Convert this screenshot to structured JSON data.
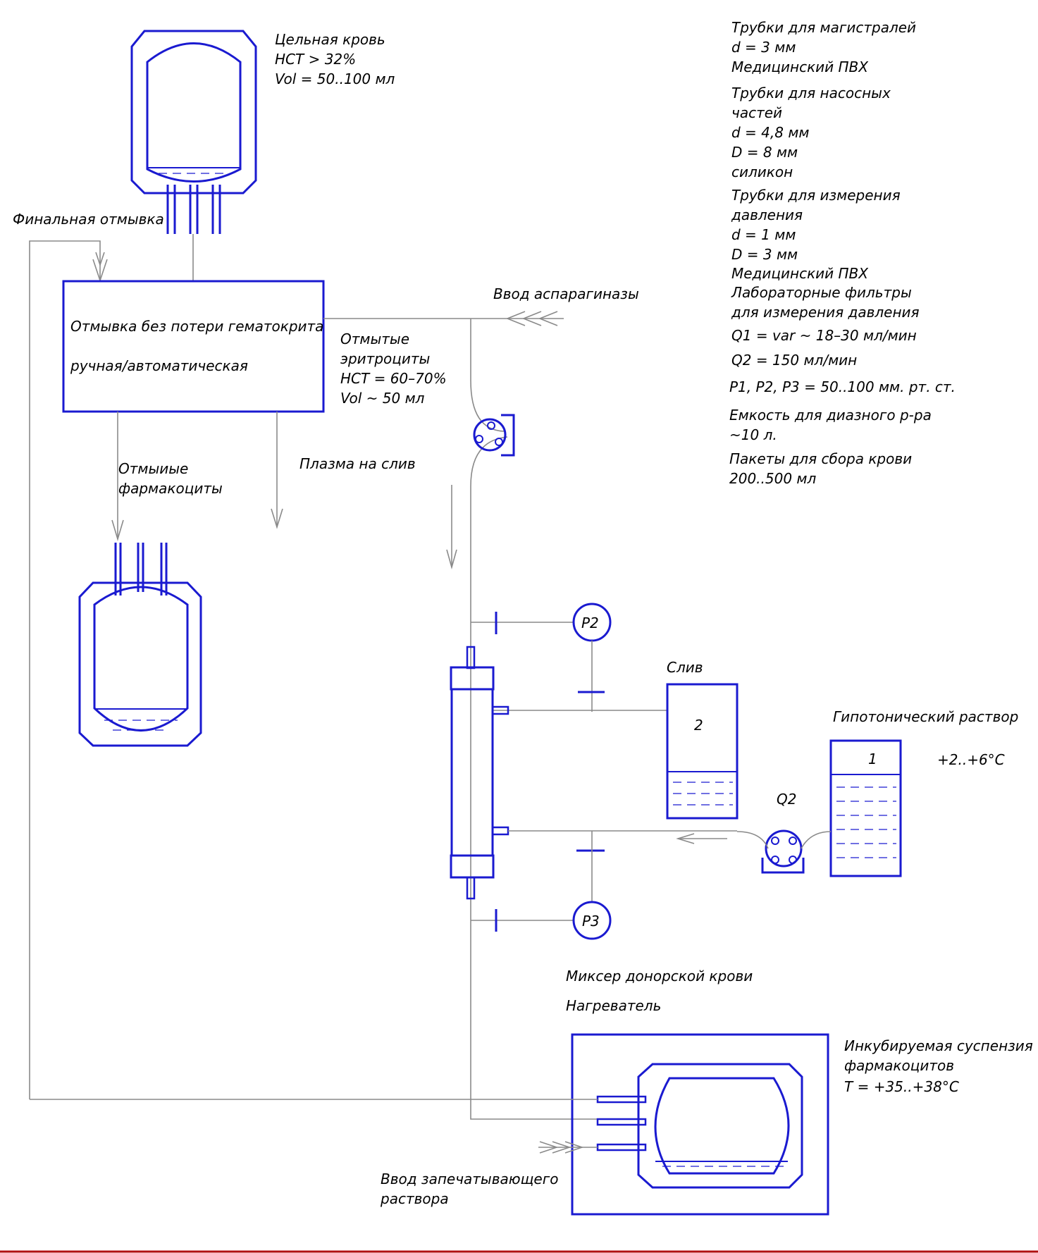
{
  "whole_blood": {
    "line1": "Цельная кровь",
    "line2": "HCT > 32%",
    "line3": "Vol = 50..100 мл"
  },
  "final_wash": "Финальная отмывка",
  "wash_box": {
    "line1": "Отмывка без потери гематокрита",
    "line2": "ручная/автоматическая"
  },
  "asparaginase_input": "Ввод аспарагиназы",
  "washed_rbc": {
    "line1": "Отмытые",
    "line2": "эритроциты",
    "line3": "HCT = 60–70%",
    "line4": "Vol ~ 50 мл"
  },
  "washed_pharmacocytes": {
    "line1": "Отмыиые",
    "line2": "фармакоциты"
  },
  "plasma_drain": "Плазма на слив",
  "specs": [
    "Трубки для магистралей",
    "d = 3 мм",
    "Медицинский ПВХ",
    "Трубки для насосных",
    "частей",
    "d = 4,8 мм",
    "D = 8 мм",
    "силикон",
    "Трубки для измерения",
    "давления",
    "d = 1 мм",
    "D = 3 мм",
    "Медицинский ПВХ",
    "Лабораторные фильтры",
    "для измерения давления",
    "Q1 = var ~ 18–30 мл/мин",
    "Q2 = 150 мл/мин",
    "P1, P2, P3 = 50..100 мм. рт. ст.",
    "Емкость для диазного р-ра",
    "~10 л.",
    "Пакеты для сбора крови",
    "200..500 мл"
  ],
  "gauge_p2": "P2",
  "gauge_p3": "P3",
  "drain": {
    "label": "Слив",
    "number": "2"
  },
  "hypotonic": {
    "label": "Гипотонический раствор",
    "number": "1",
    "temp": "+2..+6°C"
  },
  "pump_q2": "Q2",
  "mixer": "Миксер донорской крови",
  "heater": "Нагреватель",
  "incubated": {
    "line1": "Инкубируемая суспензия",
    "line2": "фармакоцитов",
    "line3": "T = +35..+38°C"
  },
  "sealing": {
    "line1": "Ввод запечатывающего",
    "line2": "раствора"
  },
  "colors": {
    "lines": "#1a1ad0",
    "connectors": "#8a8a8a",
    "bottom_border": "#b01010"
  }
}
